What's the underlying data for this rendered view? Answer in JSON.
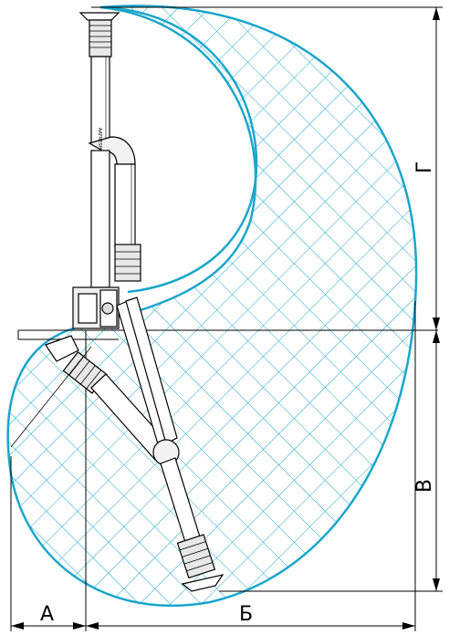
{
  "dimensions": {
    "a_label": "А",
    "b_label": "Б",
    "v_label": "В",
    "g_label": "Г"
  },
  "brand_text": "AAFRESH",
  "colors": {
    "zone_stroke": "#1aa6cc",
    "zone_hatch": "#1aa6cc",
    "line": "#000000"
  },
  "icons": {
    "extractor_arm": "articulated-arm-drawing",
    "hood": "suction-hood-drawing"
  }
}
